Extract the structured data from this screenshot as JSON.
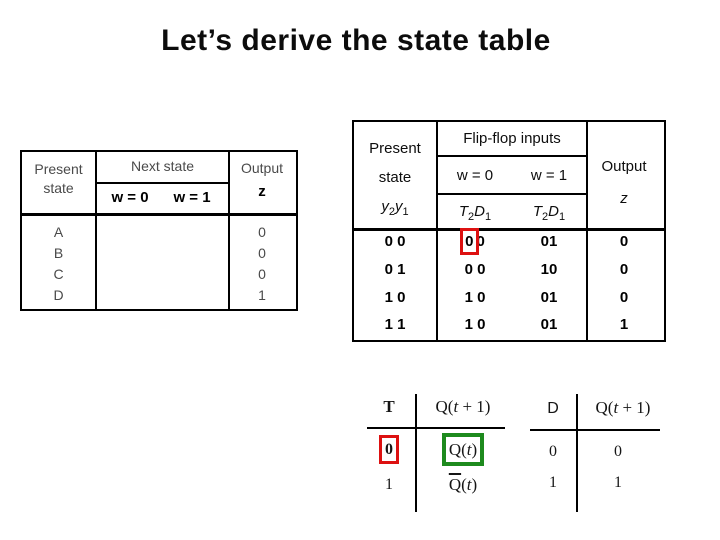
{
  "slide": {
    "title": "Let’s derive the state table"
  },
  "colors": {
    "highlight_red": "#dd1111",
    "highlight_green": "#1d8a1d",
    "table_border": "#000000",
    "muted_text": "#4a4a4a"
  },
  "left_table": {
    "present_state_label": "Present\nstate",
    "next_state_label": "Next state",
    "w0_label": "w = 0",
    "w1_label": "w = 1",
    "output_label": "Output",
    "output_symbol": "z",
    "rows": [
      {
        "state": "A",
        "next_w0": "",
        "next_w1": "",
        "output": "0"
      },
      {
        "state": "B",
        "next_w0": "",
        "next_w1": "",
        "output": "0"
      },
      {
        "state": "C",
        "next_w0": "",
        "next_w1": "",
        "output": "0"
      },
      {
        "state": "D",
        "next_w0": "",
        "next_w1": "",
        "output": "1"
      }
    ]
  },
  "right_table": {
    "present_label_line1": "Present",
    "present_label_line2": "state",
    "state_var": {
      "v1": "y",
      "sub1": "2",
      "v2": "y",
      "sub2": "1"
    },
    "flipflop_label": "Flip-flop inputs",
    "w0_label": "w = 0",
    "w1_label": "w = 1",
    "ff_var": {
      "v1": "T",
      "sub1": "2",
      "v2": "D",
      "sub2": "1"
    },
    "output_label": "Output",
    "output_symbol": "z",
    "rows": [
      {
        "state": "0 0",
        "w0_digit1": "0",
        "w0_digit2": "0",
        "w1": "01",
        "output": "0"
      },
      {
        "state": "0 1",
        "w0": "0 0",
        "w1": "10",
        "output": "0"
      },
      {
        "state": "1 0",
        "w0": "1 0",
        "w1": "01",
        "output": "0"
      },
      {
        "state": "1 1",
        "w0": "1 0",
        "w1": "01",
        "output": "1"
      }
    ]
  },
  "t_table": {
    "col_input": "T",
    "col_output": {
      "pre": "Q(",
      "var": "t",
      "post": " + 1)"
    },
    "row0_input": "0",
    "row0_output": {
      "pre": "Q(",
      "var": "t",
      "post": ")"
    },
    "row1_input": "1",
    "row1_output": {
      "bar": "Q",
      "pre": "(",
      "var": "t",
      "post": ")"
    }
  },
  "d_table": {
    "col_input": "D",
    "col_output": {
      "pre": "Q(",
      "var": "t",
      "post": " + 1)"
    },
    "rows": [
      {
        "input": "0",
        "output": "0"
      },
      {
        "input": "1",
        "output": "1"
      }
    ]
  }
}
